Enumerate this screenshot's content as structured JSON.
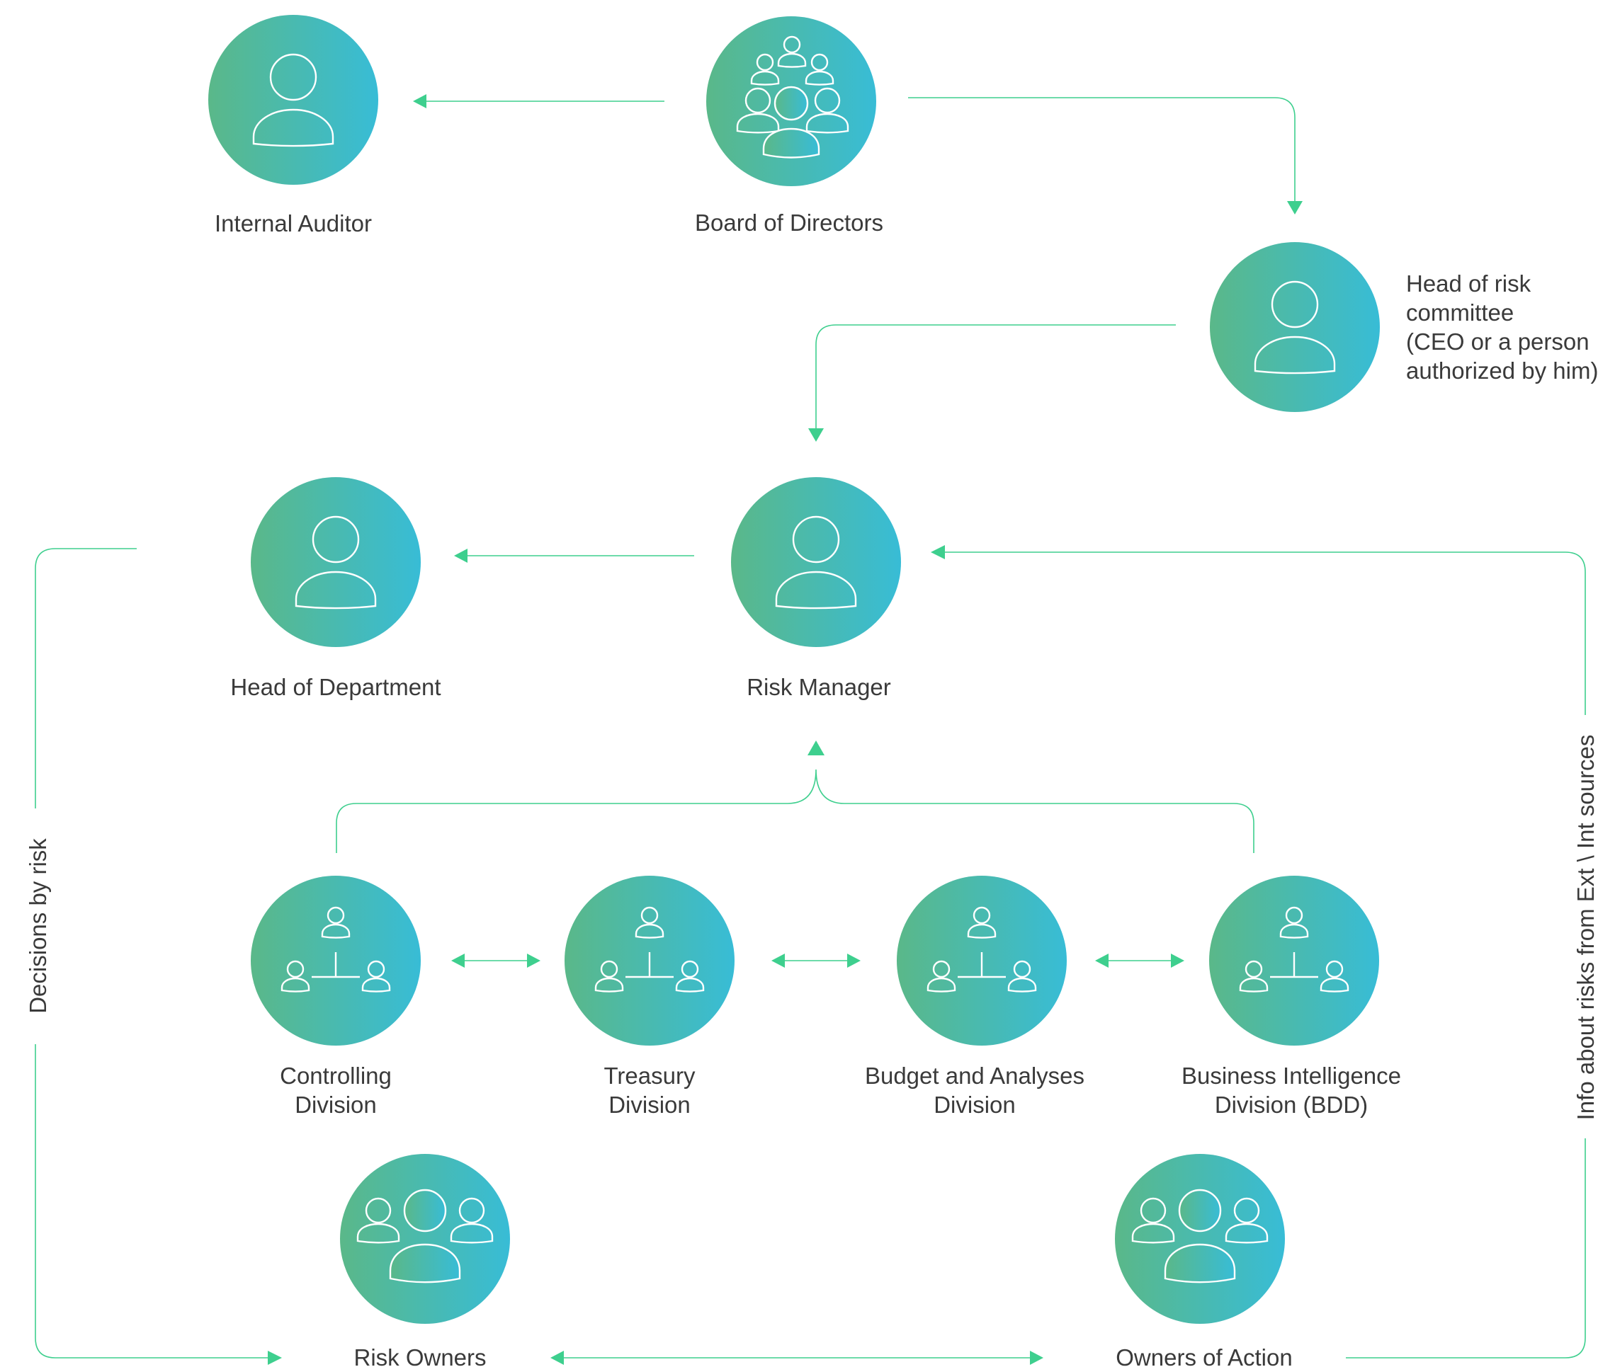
{
  "colors": {
    "gradient_start": "#5ab889",
    "gradient_end": "#38bcd6",
    "connector": "#3ecf8e",
    "text": "#3a3a3a"
  },
  "nodes": {
    "internal_auditor": {
      "label": "Internal Auditor",
      "icon": "person-icon"
    },
    "board_of_directors": {
      "label": "Board of Directors",
      "icon": "crowd-icon"
    },
    "head_of_risk_committee": {
      "label_lines": [
        "Head of risk",
        "committee",
        "(CEO or a person",
        "authorized by him)"
      ],
      "icon": "person-icon"
    },
    "head_of_department": {
      "label": "Head of Department",
      "icon": "person-icon"
    },
    "risk_manager": {
      "label": "Risk Manager",
      "icon": "person-icon"
    },
    "controlling_division": {
      "label_lines": [
        "Controlling",
        "Division"
      ],
      "icon": "org-chart-icon"
    },
    "treasury_division": {
      "label_lines": [
        "Treasury",
        "Division"
      ],
      "icon": "org-chart-icon"
    },
    "budget_division": {
      "label_lines": [
        "Budget and Analyses",
        "Division"
      ],
      "icon": "org-chart-icon"
    },
    "bi_division": {
      "label_lines": [
        "Business Intelligence",
        "Division (BDD)"
      ],
      "icon": "org-chart-icon"
    },
    "risk_owners": {
      "label": "Risk Owners",
      "icon": "group-icon"
    },
    "owners_of_action": {
      "label": "Owners of Action",
      "icon": "group-icon"
    }
  },
  "side_labels": {
    "left": "Decisions by risk",
    "right": "Info about risks from Ext \\ Int sources"
  }
}
